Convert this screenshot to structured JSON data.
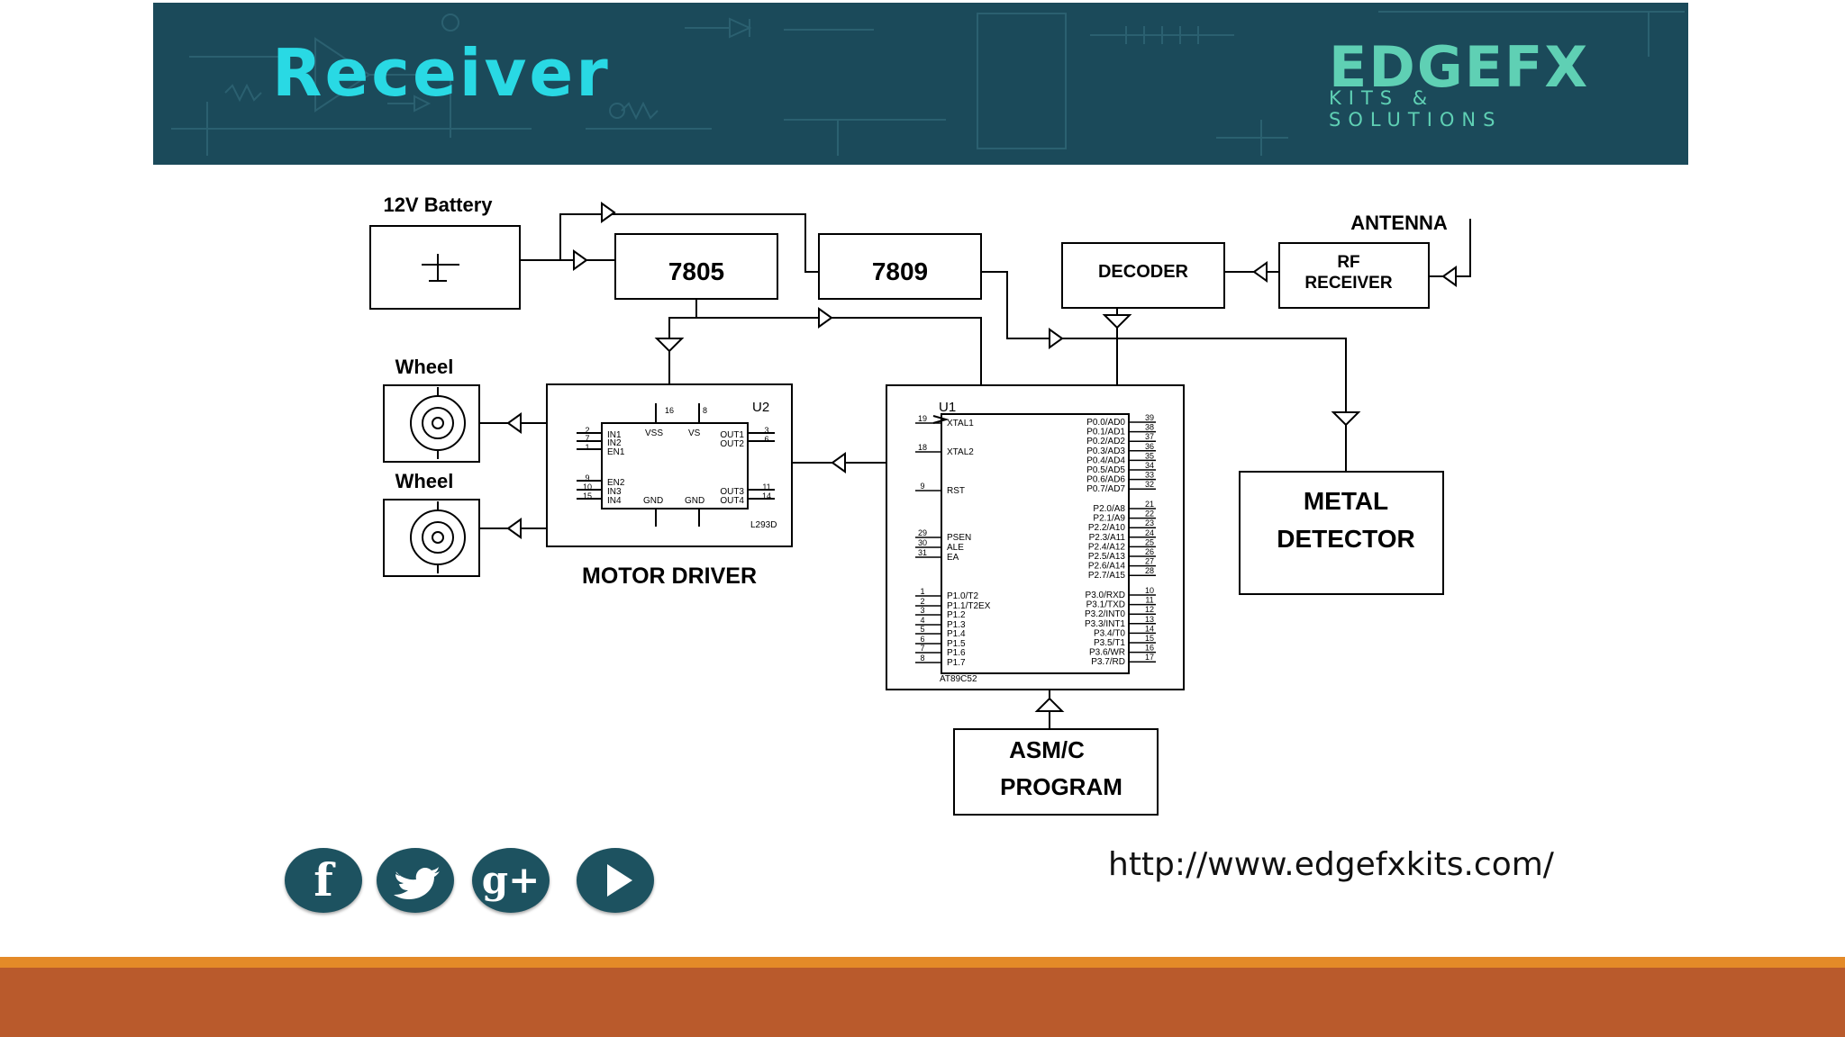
{
  "slide": {
    "title": "Receiver",
    "logo_text": "EDGEFX",
    "logo_subtext": "KITS & SOLUTIONS",
    "url": "http://www.edgefxkits.com/",
    "colors": {
      "banner": "#1b4a5a",
      "title": "#29d9e4",
      "logo": "#5fd0b4",
      "footer_line": "#e48a28",
      "footer_bar": "#b95a2c",
      "social_button": "#1d5260"
    }
  },
  "social": [
    {
      "name": "facebook",
      "icon": "facebook-icon",
      "glyph": "f"
    },
    {
      "name": "twitter",
      "icon": "twitter-icon",
      "glyph": ""
    },
    {
      "name": "google-plus",
      "icon": "google-plus-icon",
      "glyph": "g+"
    },
    {
      "name": "youtube",
      "icon": "play-icon",
      "glyph": ""
    }
  ],
  "diagram": {
    "battery_label": "12V Battery",
    "reg1": "7805",
    "reg2": "7809",
    "decoder": "DECODER",
    "rf_line1": "RF",
    "rf_line2": "RECEIVER",
    "antenna": "ANTENNA",
    "wheel1": "Wheel",
    "wheel2": "Wheel",
    "motor_driver": "MOTOR DRIVER",
    "metal_line1": "METAL",
    "metal_line2": "DETECTOR",
    "asm_line1": "ASM/C",
    "asm_line2": "PROGRAM",
    "l293d": {
      "ref": "U2",
      "part": "L293D",
      "top_pins": [
        "16",
        "8"
      ],
      "top_labels": [
        "VSS",
        "VS"
      ],
      "bottom_labels": [
        "GND",
        "GND"
      ],
      "left_pins": [
        {
          "num": "2",
          "label": "IN1"
        },
        {
          "num": "7",
          "label": "IN2"
        },
        {
          "num": "1",
          "label": "EN1"
        },
        {
          "num": "9",
          "label": "EN2"
        },
        {
          "num": "10",
          "label": "IN3"
        },
        {
          "num": "15",
          "label": "IN4"
        }
      ],
      "right_pins": [
        {
          "num": "3",
          "label": "OUT1"
        },
        {
          "num": "6",
          "label": "OUT2"
        },
        {
          "num": "11",
          "label": "OUT3"
        },
        {
          "num": "14",
          "label": "OUT4"
        }
      ]
    },
    "mcu": {
      "ref": "U1",
      "part": "AT89C52",
      "left_pins": [
        {
          "num": "19",
          "label": "XTAL1"
        },
        {
          "num": "18",
          "label": "XTAL2"
        },
        {
          "num": "9",
          "label": "RST"
        },
        {
          "num": "29",
          "label": "PSEN"
        },
        {
          "num": "30",
          "label": "ALE"
        },
        {
          "num": "31",
          "label": "EA"
        },
        {
          "num": "1",
          "label": "P1.0/T2"
        },
        {
          "num": "2",
          "label": "P1.1/T2EX"
        },
        {
          "num": "3",
          "label": "P1.2"
        },
        {
          "num": "4",
          "label": "P1.3"
        },
        {
          "num": "5",
          "label": "P1.4"
        },
        {
          "num": "6",
          "label": "P1.5"
        },
        {
          "num": "7",
          "label": "P1.6"
        },
        {
          "num": "8",
          "label": "P1.7"
        }
      ],
      "right_pins": [
        {
          "num": "39",
          "label": "P0.0/AD0"
        },
        {
          "num": "38",
          "label": "P0.1/AD1"
        },
        {
          "num": "37",
          "label": "P0.2/AD2"
        },
        {
          "num": "36",
          "label": "P0.3/AD3"
        },
        {
          "num": "35",
          "label": "P0.4/AD4"
        },
        {
          "num": "34",
          "label": "P0.5/AD5"
        },
        {
          "num": "33",
          "label": "P0.6/AD6"
        },
        {
          "num": "32",
          "label": "P0.7/AD7"
        },
        {
          "num": "21",
          "label": "P2.0/A8"
        },
        {
          "num": "22",
          "label": "P2.1/A9"
        },
        {
          "num": "23",
          "label": "P2.2/A10"
        },
        {
          "num": "24",
          "label": "P2.3/A11"
        },
        {
          "num": "25",
          "label": "P2.4/A12"
        },
        {
          "num": "26",
          "label": "P2.5/A13"
        },
        {
          "num": "27",
          "label": "P2.6/A14"
        },
        {
          "num": "28",
          "label": "P2.7/A15"
        },
        {
          "num": "10",
          "label": "P3.0/RXD"
        },
        {
          "num": "11",
          "label": "P3.1/TXD"
        },
        {
          "num": "12",
          "label": "P3.2/INT0"
        },
        {
          "num": "13",
          "label": "P3.3/INT1"
        },
        {
          "num": "14",
          "label": "P3.4/T0"
        },
        {
          "num": "15",
          "label": "P3.5/T1"
        },
        {
          "num": "16",
          "label": "P3.6/WR"
        },
        {
          "num": "17",
          "label": "P3.7/RD"
        }
      ]
    }
  }
}
